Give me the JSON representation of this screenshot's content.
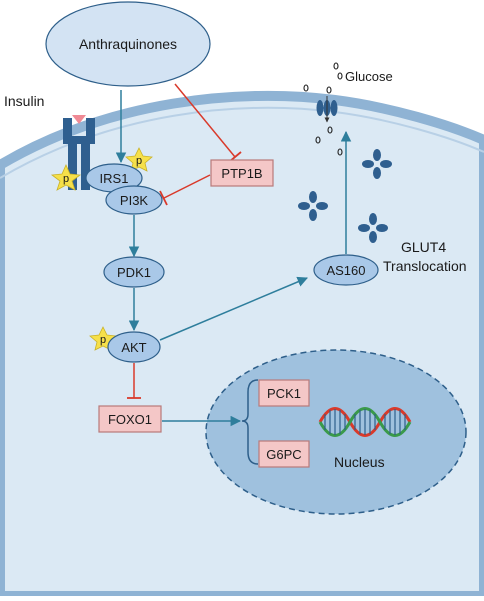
{
  "diagram": {
    "nodes": {
      "anthraquinones": "Anthraquinones",
      "insulin": "Insulin",
      "glucose": "Glucose",
      "irs1": "IRS1",
      "pi3k": "PI3K",
      "ptp1b": "PTP1B",
      "pdk1": "PDK1",
      "akt": "AKT",
      "foxo1": "FOXO1",
      "as160": "AS160",
      "glut4_line1": "GLUT4",
      "glut4_line2": "Translocation",
      "pck1": "PCK1",
      "g6pc": "G6PC",
      "nucleus": "Nucleus"
    },
    "phospho_label": "p",
    "colors": {
      "cell_fill": "#dbe9f4",
      "membrane": "#8fb3d4",
      "oval_fill": "#a9c8e8",
      "oval_stroke": "#2e5f8a",
      "pink_fill": "#f4c7c7",
      "pink_stroke": "#b87a7a",
      "activation": "#2e7e9c",
      "inhibition": "#d93a2b",
      "star": "#f6e04a",
      "receptor": "#2f5f8f",
      "nucleus_fill": "#9fc1de"
    }
  }
}
